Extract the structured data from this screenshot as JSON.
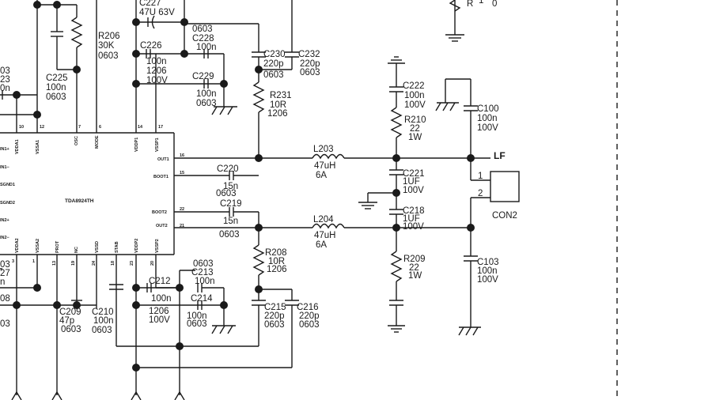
{
  "ic": {
    "name": "TDA8924TH",
    "top_pins": [
      {
        "name": "VDDA1",
        "num": "10"
      },
      {
        "name": "VSSA1",
        "num": "12"
      },
      {
        "name": "OSC",
        "num": "7"
      },
      {
        "name": "MODE",
        "num": "6"
      },
      {
        "name": "VDDP1",
        "num": "14"
      },
      {
        "name": "VSSP1",
        "num": "17"
      }
    ],
    "bottom_pins": [
      {
        "name": "VDDA2",
        "num": "3"
      },
      {
        "name": "VSSA2",
        "num": "1"
      },
      {
        "name": "PROT",
        "num": "13"
      },
      {
        "name": "NC",
        "num": "19"
      },
      {
        "name": "VSSD",
        "num": "24"
      },
      {
        "name": "STAB",
        "num": "18"
      },
      {
        "name": "VDDP2",
        "num": "23"
      },
      {
        "name": "VSSP2",
        "num": "20"
      }
    ],
    "left_pins": [
      "IN1+",
      "IN1−",
      "SGND1",
      "SGND2",
      "IN2+",
      "IN2−"
    ],
    "right_pins": [
      {
        "name": "OUT1",
        "num": "16"
      },
      {
        "name": "BOOT1",
        "num": "15"
      },
      {
        "name": "BOOT2",
        "num": "22"
      },
      {
        "name": "OUT2",
        "num": "21"
      }
    ]
  },
  "components": {
    "c227": [
      "C227",
      "47U 63V"
    ],
    "r206": [
      "R206",
      "30K",
      "0603"
    ],
    "c225": [
      "C225",
      "100n",
      "0603"
    ],
    "c226": [
      "C226",
      "100n",
      "1206",
      "100V"
    ],
    "c228": [
      "0603",
      "C228",
      "100n"
    ],
    "c229": [
      "C229",
      "100n",
      "0603"
    ],
    "c230": [
      "C230",
      "220p",
      "0603"
    ],
    "c232": [
      "C232",
      "220p",
      "0603"
    ],
    "r231": [
      "R231",
      "10R",
      "1206"
    ],
    "c222": [
      "C222",
      "100n",
      "100V"
    ],
    "r210": [
      "R210",
      "22",
      "1W"
    ],
    "c100": [
      "C100",
      "100n",
      "100V"
    ],
    "l203": [
      "L203",
      "47uH",
      "6A"
    ],
    "c220": [
      "C220",
      "15n",
      "0603"
    ],
    "c221": [
      "C221",
      "1UF",
      "100V"
    ],
    "c219": [
      "C219",
      "15n",
      "0603"
    ],
    "c218": [
      "C218",
      "1UF",
      "100V"
    ],
    "l204": [
      "L204",
      "47uH",
      "6A"
    ],
    "r208": [
      "R208",
      "10R",
      "1206"
    ],
    "r209": [
      "R209",
      "22",
      "1W"
    ],
    "c103": [
      "C103",
      "100n",
      "100V"
    ],
    "c213": [
      "0603",
      "C213",
      "100n"
    ],
    "c212": [
      "C212",
      "100n",
      "1206",
      "100V"
    ],
    "c214": [
      "C214",
      "100n",
      "0603"
    ],
    "c215": [
      "C215",
      "220p",
      "0603"
    ],
    "c216": [
      "C216",
      "220p",
      "0603"
    ],
    "c209": [
      "C209",
      "47p",
      "0603"
    ],
    "c210": [
      "C210",
      "100n",
      "0603"
    ],
    "con2": {
      "ref": "CON2",
      "label": "LF",
      "pin1": "1",
      "pin2": "2"
    }
  },
  "cut_off": {
    "left": [
      "03",
      "23",
      "0n",
      "03",
      "27",
      "n",
      "08",
      "03"
    ],
    "top_right": [
      "R",
      "1",
      "0"
    ]
  }
}
